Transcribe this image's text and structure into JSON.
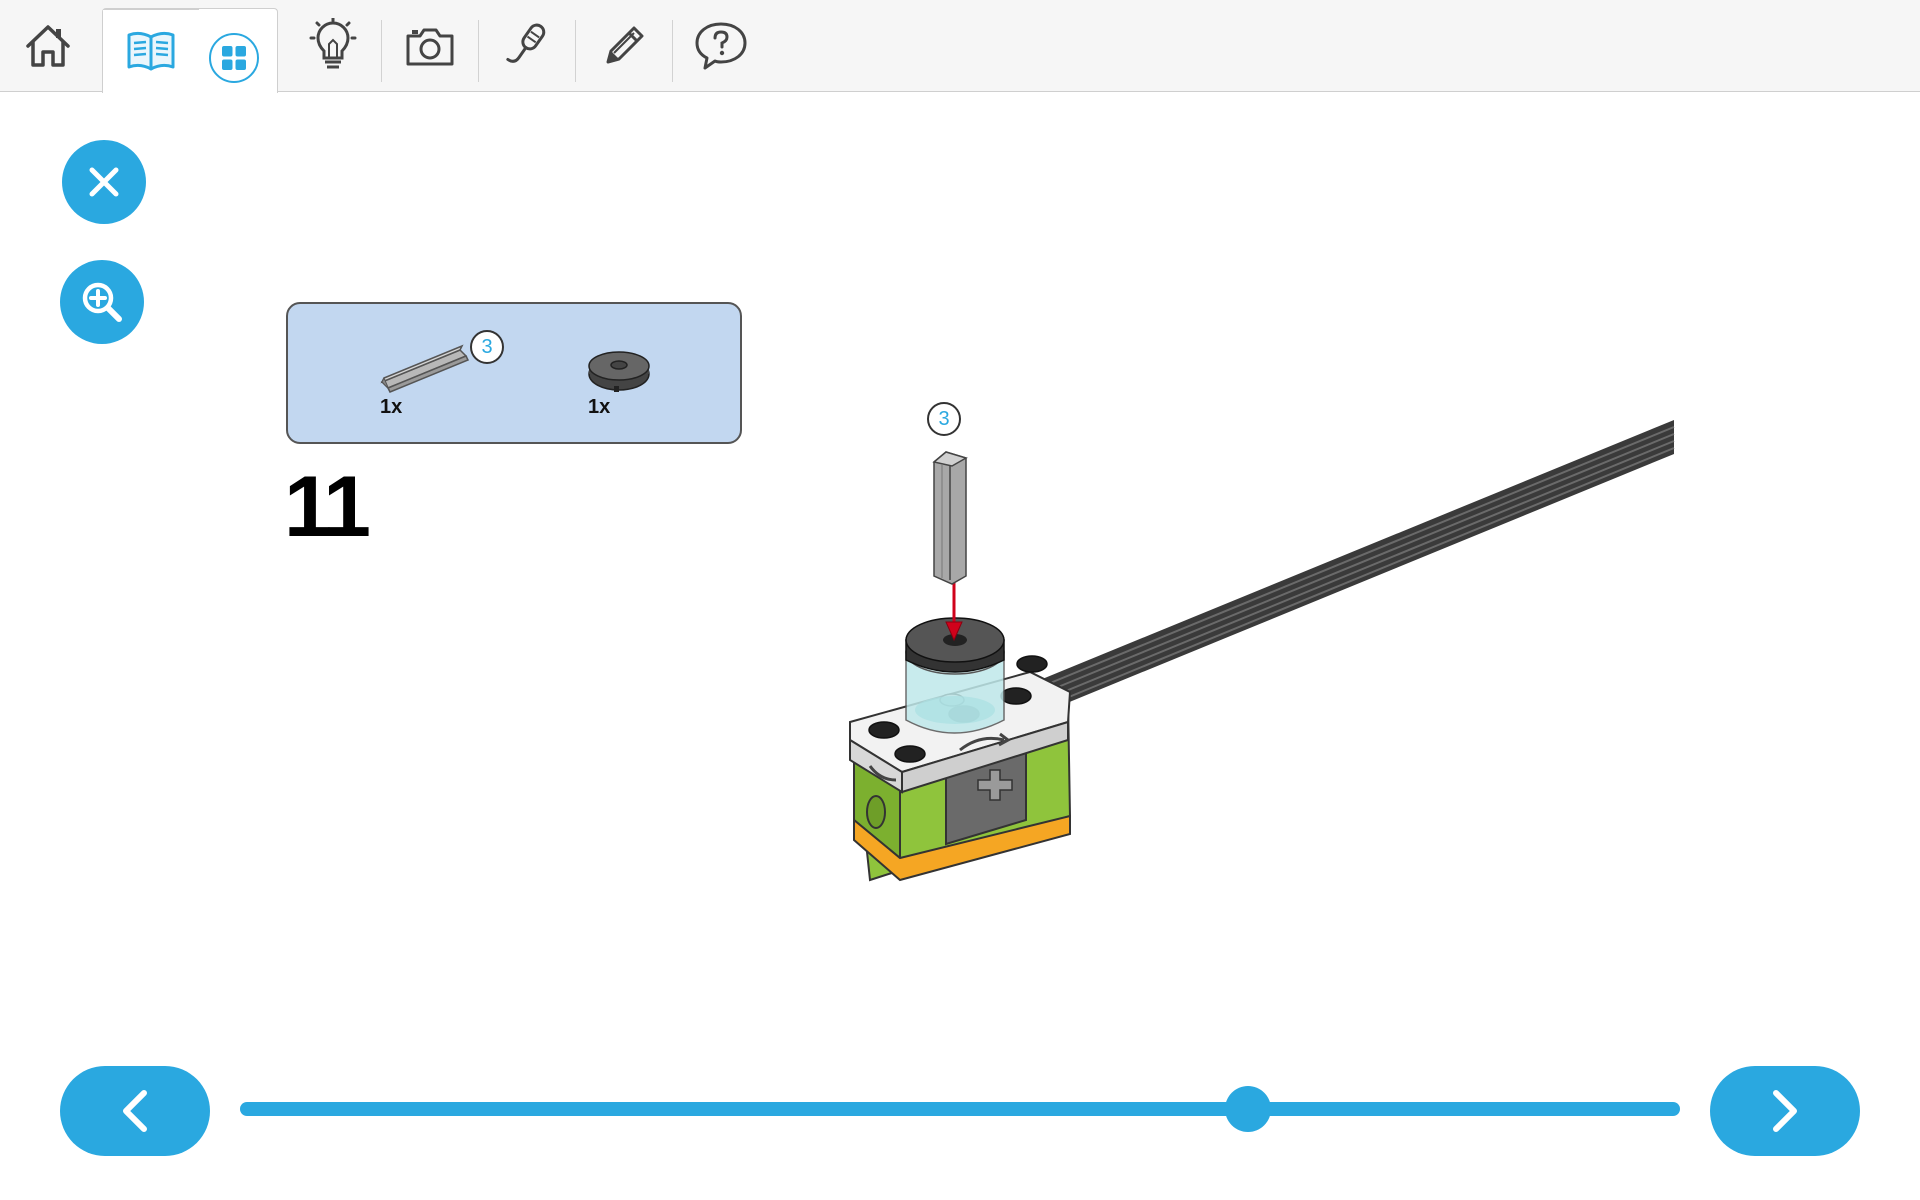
{
  "toolbar": {
    "tools": [
      "home-icon",
      "book-icon",
      "grid-icon",
      "lightbulb-icon",
      "camera-icon",
      "microphone-icon",
      "pencil-icon",
      "help-bubble-icon"
    ]
  },
  "parts": [
    {
      "name": "axle",
      "quantity": "1x",
      "length_badge": "3"
    },
    {
      "name": "round-tile",
      "quantity": "1x"
    }
  ],
  "step": {
    "number": "11",
    "axle_badge": "3"
  },
  "progress": {
    "fraction": 0.7
  },
  "colors": {
    "accent": "#2aa8e0",
    "parts_box": "#c2d7f0",
    "motor_green": "#8fc43c",
    "motor_orange": "#f5a623",
    "arrow_red": "#d0021b"
  }
}
